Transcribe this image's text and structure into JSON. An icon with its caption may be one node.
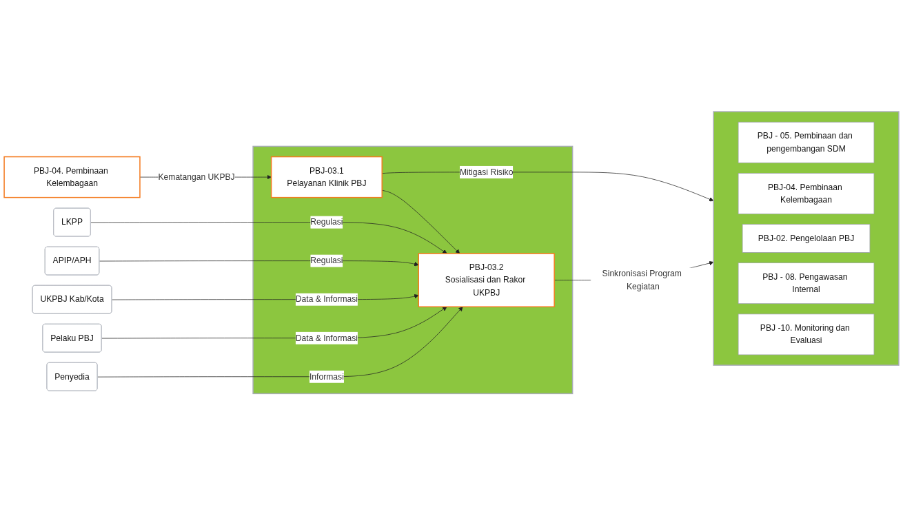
{
  "diagram": {
    "nodes": [
      {
        "text": [
          "PBJ-04. Pembinaan Kelembagaan"
        ]
      },
      {
        "text": [],
        "shape": "box"
      },
      {
        "text": [
          "PBJ-03.1",
          "Pelayanan Klinik PBJ"
        ],
        "in": 1
      },
      {
        "text": [
          "PBJ-03.2",
          "Sosialisasi dan Rakor UKPBJ"
        ],
        "in": 1
      },
      {
        "text": [
          "LKPP"
        ]
      },
      {
        "text": [
          "APIP/APH"
        ]
      },
      {
        "text": [
          "UKPBJ Kab/Kota"
        ]
      },
      {
        "text": [
          "Pelaku PBJ"
        ]
      },
      {
        "text": [
          "Penyedia"
        ]
      },
      {
        "text": [],
        "shape": "box"
      },
      {
        "text": [
          "PBJ - 05. Pembinaan dan pengembangan SDM"
        ],
        "in": 9
      },
      {
        "text": [
          "PBJ-04. Pembinaan Kelembagaan"
        ],
        "in": 9
      },
      {
        "text": [
          "PBJ-02. Pengelolaan PBJ"
        ],
        "in": 9
      },
      {
        "text": [
          "PBJ - 08. Pengawasan Internal"
        ],
        "in": 9
      },
      {
        "text": [
          "PBJ -10. Monitoring dan Evaluasi"
        ],
        "in": 9
      }
    ],
    "edges": [
      {
        "from": 0,
        "to": 2,
        "arrow": "to",
        "label": "Kematangan UKPBJ"
      },
      {
        "from": 2,
        "to": 3,
        "arrow": "to"
      },
      {
        "from": 4,
        "to": 3,
        "arrow": "to",
        "label": "Regulasi"
      },
      {
        "from": 5,
        "to": 3,
        "arrow": "to",
        "label": "Regulasi"
      },
      {
        "from": 6,
        "to": 3,
        "arrow": "to",
        "label": "Data & Informasi"
      },
      {
        "from": 7,
        "to": 3,
        "arrow": "to",
        "label": "Data & Informasi"
      },
      {
        "from": 8,
        "to": 3,
        "arrow": "to",
        "label": "Informasi"
      },
      {
        "from": 2,
        "to": 9,
        "arrow": "to",
        "label": "Mitigasi Risiko"
      },
      {
        "from": 3,
        "to": 9,
        "arrow": "to",
        "label": "Sinkronisasi Program Kegiatan"
      }
    ]
  }
}
